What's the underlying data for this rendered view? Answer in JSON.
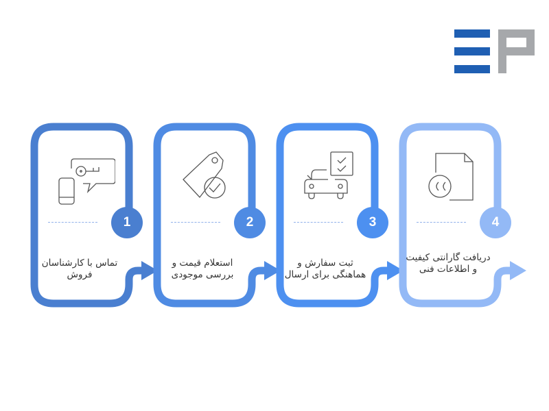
{
  "logo": {
    "name": "EP",
    "bar_color": "#1f5fb3",
    "p_color": "#a6a8ab"
  },
  "steps": [
    {
      "number": "1",
      "label": "تماس با کارشناسان فروش",
      "icon": "phone-chat-key-icon",
      "color": "#4a7fd0"
    },
    {
      "number": "2",
      "label": "استعلام قیمت و بررسی موجودی",
      "icon": "price-tag-check-icon",
      "color": "#4f8be3"
    },
    {
      "number": "3",
      "label": "ثبت سفارش و هماهنگی برای ارسال",
      "icon": "car-checklist-icon",
      "color": "#4d90f0"
    },
    {
      "number": "4",
      "label": "دریافت گارانتی کیفیت و اطلاعات فنی",
      "icon": "document-certificate-icon",
      "color": "#93b9f6"
    }
  ]
}
